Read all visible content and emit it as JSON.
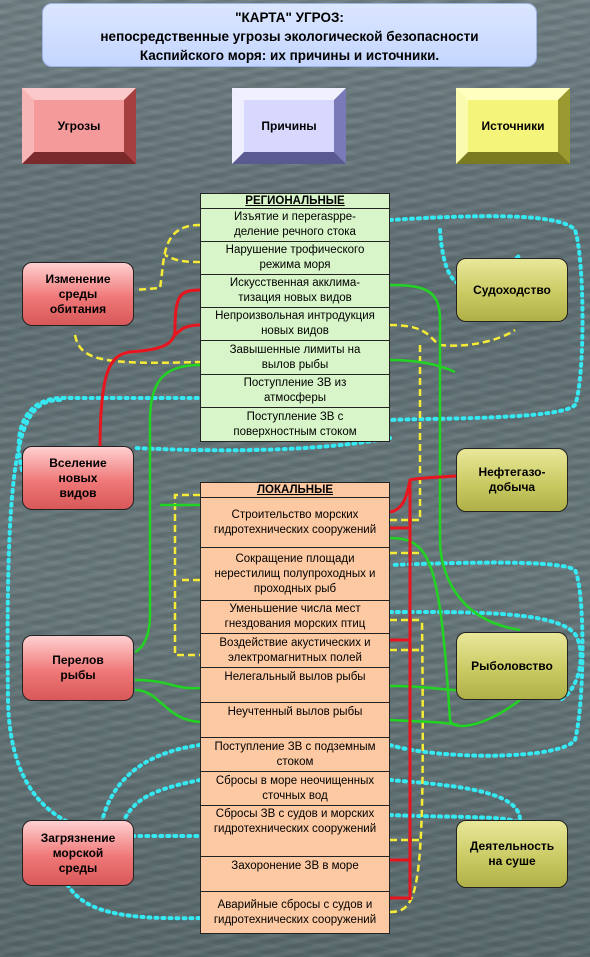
{
  "title": {
    "line1": "\"КАРТА\" УГРОЗ:",
    "line2": "непосредственные угрозы экологической безопасности",
    "line3": "Каспийского моря: их причины и источники."
  },
  "legend": {
    "threats": "Угрозы",
    "causes": "Причины",
    "sources": "Источники"
  },
  "threats": [
    {
      "line1": "Изменение",
      "line2": "среды",
      "line3": "обитания"
    },
    {
      "line1": "Вселение",
      "line2": "новых",
      "line3": "видов"
    },
    {
      "line1": "Перелов",
      "line2": "рыбы",
      "line3": ""
    },
    {
      "line1": "Загрязнение",
      "line2": "морской",
      "line3": "среды"
    }
  ],
  "sources": [
    {
      "line1": "Судоходство",
      "line2": ""
    },
    {
      "line1": "Нефтегазо-",
      "line2": "добыча"
    },
    {
      "line1": "Рыболовство",
      "line2": ""
    },
    {
      "line1": "Деятельность",
      "line2": "на суше"
    }
  ],
  "regional": {
    "header": "РЕГИОНАЛЬНЫЕ",
    "items": [
      {
        "line1": "Изъятие и переraspре-",
        "line2": "деление речного стока"
      },
      {
        "line1": "Нарушение трофического",
        "line2": "режима моря"
      },
      {
        "line1": "Искусственная акклима-",
        "line2": "тизация новых видов"
      },
      {
        "line1": "Непроизвольная интродукция",
        "line2": "новых видов"
      },
      {
        "line1": "Завышенные лимиты на",
        "line2": "вылов рыбы"
      },
      {
        "line1": "Поступление ЗВ из",
        "line2": "атмосферы"
      },
      {
        "line1": "Поступление ЗВ с",
        "line2": "поверхностным стоком"
      }
    ]
  },
  "local": {
    "header": "ЛОКАЛЬНЫЕ",
    "items": [
      {
        "line1": "Строительство морских",
        "line2": "гидротехнических сооружений",
        "line3": ""
      },
      {
        "line1": "Сокращение площади",
        "line2": "нерестилищ полупроходных и",
        "line3": "проходных рыб"
      },
      {
        "line1": "Уменьшение числа мест",
        "line2": "гнездования морских птиц",
        "line3": ""
      },
      {
        "line1": "Воздействие акустических и",
        "line2": "электромагнитных полей",
        "line3": ""
      },
      {
        "line1": "Нелегальный вылов рыбы",
        "line2": "",
        "line3": ""
      },
      {
        "line1": "Неучтенный вылов рыбы",
        "line2": "",
        "line3": ""
      },
      {
        "line1": "Поступление ЗВ с подземным",
        "line2": "стоком",
        "line3": ""
      },
      {
        "line1": "Сбросы в море неочищенных",
        "line2": "сточных вод",
        "line3": ""
      },
      {
        "line1": "Сбросы ЗВ с судов и морских",
        "line2": "гидротехнических сооружений",
        "line3": ""
      },
      {
        "line1": "Захоронение ЗВ в море",
        "line2": "",
        "line3": ""
      },
      {
        "line1": "Аварийные сбросы с судов и",
        "line2": "гидротехнических сооружений",
        "line3": ""
      }
    ]
  },
  "colors": {
    "red": "#e8141e",
    "green": "#22d422",
    "yellow": "#f6ec36",
    "cyan": "#35e8f2"
  }
}
